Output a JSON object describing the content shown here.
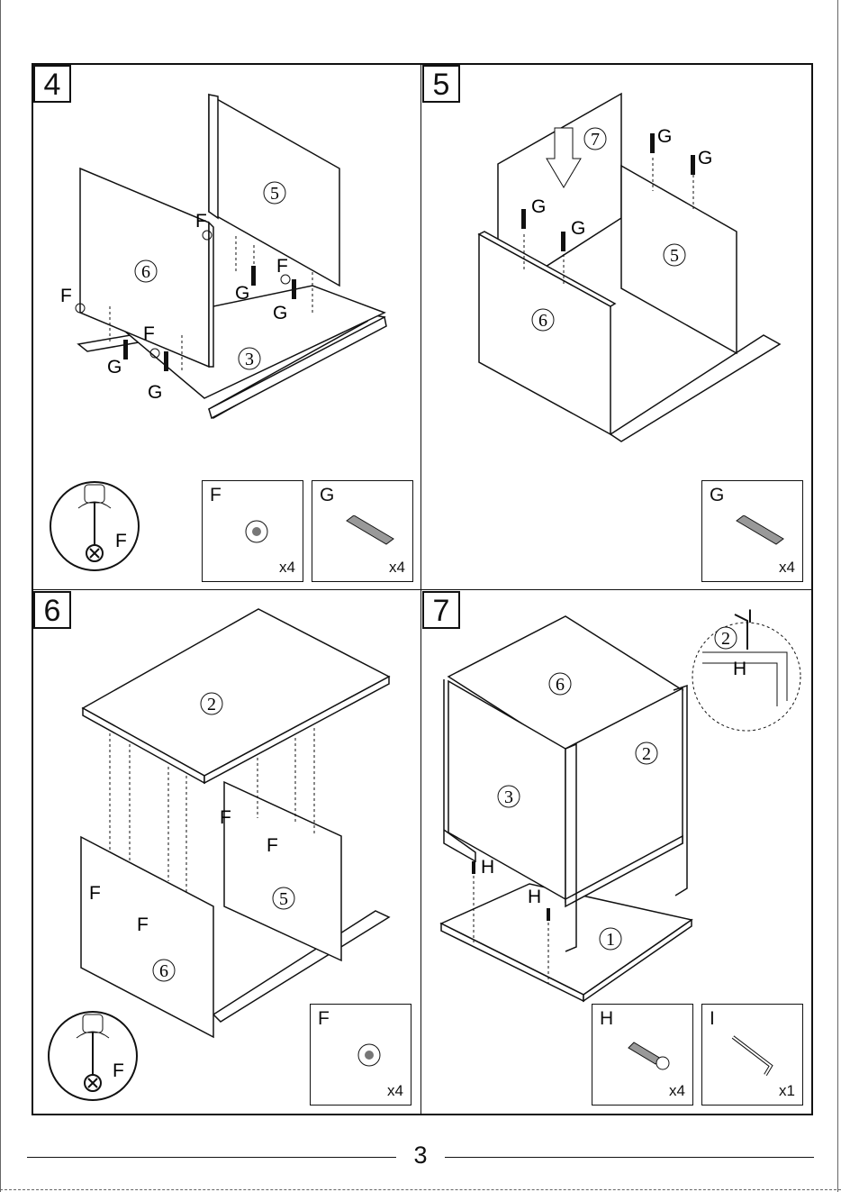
{
  "steps": [
    {
      "number": "4",
      "labels": {
        "panel_a": "5",
        "panel_b": "6",
        "panel_c": "3",
        "cam": "F",
        "dowel": "G",
        "tool_label": "F"
      },
      "parts": [
        {
          "letter": "F",
          "qty": "x4"
        },
        {
          "letter": "G",
          "qty": "x4"
        }
      ]
    },
    {
      "number": "5",
      "labels": {
        "panel_a": "7",
        "panel_b": "5",
        "panel_c": "6",
        "dowel": "G"
      },
      "parts": [
        {
          "letter": "G",
          "qty": "x4"
        }
      ]
    },
    {
      "number": "6",
      "labels": {
        "panel_a": "2",
        "panel_b": "5",
        "panel_c": "6",
        "cam": "F",
        "tool_label": "F"
      },
      "parts": [
        {
          "letter": "F",
          "qty": "x4"
        }
      ]
    },
    {
      "number": "7",
      "labels": {
        "panel_a": "6",
        "panel_b": "2",
        "panel_c": "3",
        "panel_d": "1",
        "bolt": "H",
        "key": "I"
      },
      "parts": [
        {
          "letter": "H",
          "qty": "x4"
        },
        {
          "letter": "I",
          "qty": "x1"
        }
      ]
    }
  ],
  "page_number": "3"
}
